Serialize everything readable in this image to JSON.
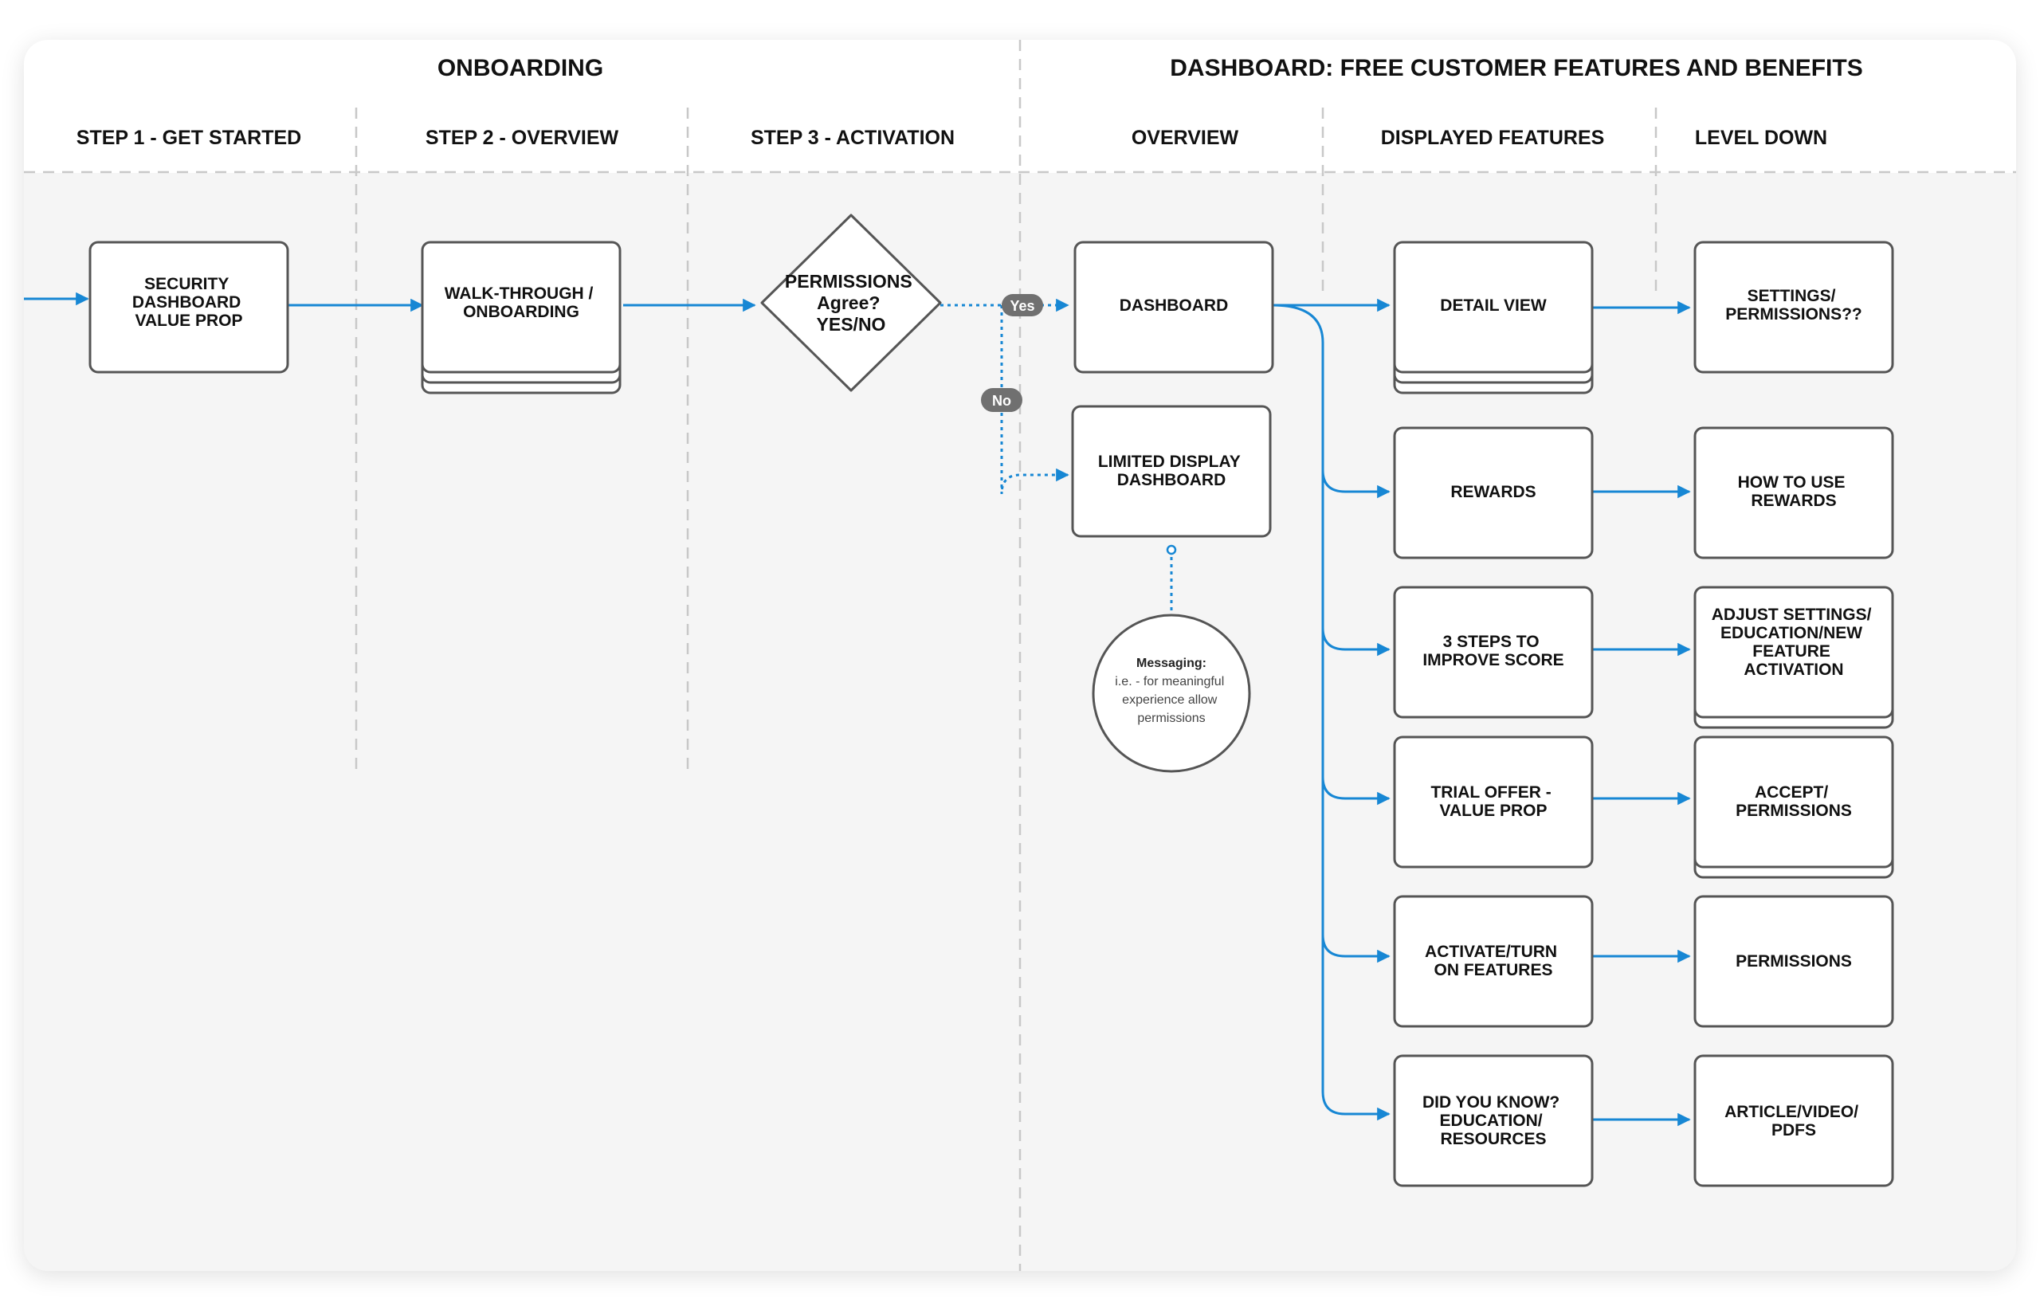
{
  "sections": {
    "onboarding": "ONBOARDING",
    "dashboard": "DASHBOARD: FREE CUSTOMER FEATURES AND BENEFITS"
  },
  "columns": {
    "step1": "STEP 1 - GET STARTED",
    "step2": "STEP 2 - OVERVIEW",
    "step3": "STEP 3 - ACTIVATION",
    "overview": "OVERVIEW",
    "displayed_features": "DISPLAYED FEATURES",
    "level_down": "LEVEL DOWN"
  },
  "nodes": {
    "security_dashboard": [
      "SECURITY",
      "DASHBOARD",
      "VALUE PROP"
    ],
    "walkthrough": [
      "WALK-THROUGH /",
      "ONBOARDING"
    ],
    "permissions_decision": [
      "PERMISSIONS",
      "Agree?",
      "YES/NO"
    ],
    "dashboard": [
      "DASHBOARD"
    ],
    "limited_dashboard": [
      "LIMITED DISPLAY",
      "DASHBOARD"
    ],
    "detail_view": [
      "DETAIL VIEW"
    ],
    "rewards": [
      "REWARDS"
    ],
    "three_steps": [
      "3 STEPS TO",
      "IMPROVE SCORE"
    ],
    "trial_offer": [
      "TRIAL OFFER -",
      "VALUE PROP"
    ],
    "activate_features": [
      "ACTIVATE/TURN",
      "ON FEATURES"
    ],
    "did_you_know": [
      "DID YOU KNOW?",
      "EDUCATION/",
      "RESOURCES"
    ],
    "settings_permissions": [
      "SETTINGS/",
      "PERMISSIONS??"
    ],
    "how_to_use_rewards": [
      "HOW TO USE",
      "REWARDS"
    ],
    "adjust_settings": [
      "ADJUST SETTINGS/",
      "EDUCATION/NEW",
      "FEATURE",
      "ACTIVATION"
    ],
    "accept_permissions": [
      "ACCEPT/",
      "PERMISSIONS"
    ],
    "permissions": [
      "PERMISSIONS"
    ],
    "article_video": [
      "ARTICLE/VIDEO/",
      "PDFS"
    ]
  },
  "badges": {
    "yes": "Yes",
    "no": "No"
  },
  "messaging": {
    "title": "Messaging:",
    "lines": [
      "i.e. - for meaningful",
      "experience allow",
      "permissions"
    ]
  },
  "colors": {
    "flow": "#1787d4",
    "badge": "#707070",
    "box_stroke": "#555555",
    "panel": "#f5f5f5"
  }
}
